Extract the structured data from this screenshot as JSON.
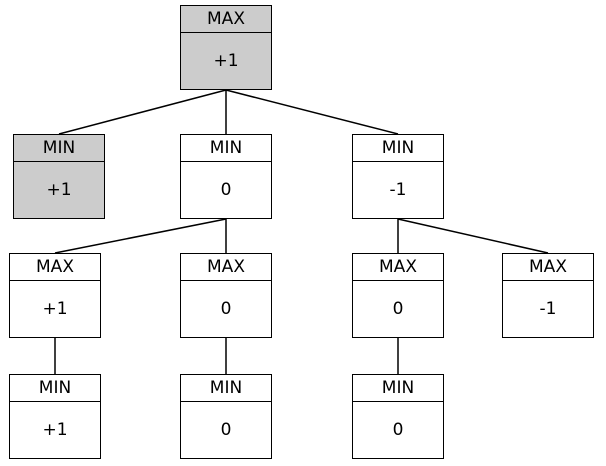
{
  "diagram": {
    "highlight_color": "#cccccc",
    "border_color": "#000000",
    "nodes": [
      {
        "id": "root",
        "label": "MAX",
        "value": "+1",
        "highlighted": true
      },
      {
        "id": "l1a",
        "label": "MIN",
        "value": "+1",
        "highlighted": true
      },
      {
        "id": "l1b",
        "label": "MIN",
        "value": "0",
        "highlighted": false
      },
      {
        "id": "l1c",
        "label": "MIN",
        "value": "-1",
        "highlighted": false
      },
      {
        "id": "l2a",
        "label": "MAX",
        "value": "+1",
        "highlighted": false
      },
      {
        "id": "l2b",
        "label": "MAX",
        "value": "0",
        "highlighted": false
      },
      {
        "id": "l2c",
        "label": "MAX",
        "value": "0",
        "highlighted": false
      },
      {
        "id": "l2d",
        "label": "MAX",
        "value": "-1",
        "highlighted": false
      },
      {
        "id": "l3a",
        "label": "MIN",
        "value": "+1",
        "highlighted": false
      },
      {
        "id": "l3b",
        "label": "MIN",
        "value": "0",
        "highlighted": false
      },
      {
        "id": "l3c",
        "label": "MIN",
        "value": "0",
        "highlighted": false
      }
    ],
    "edges": [
      [
        "root",
        "l1a"
      ],
      [
        "root",
        "l1b"
      ],
      [
        "root",
        "l1c"
      ],
      [
        "l1b",
        "l2a"
      ],
      [
        "l1b",
        "l2b"
      ],
      [
        "l1c",
        "l2c"
      ],
      [
        "l1c",
        "l2d"
      ],
      [
        "l2a",
        "l3a"
      ],
      [
        "l2b",
        "l3b"
      ],
      [
        "l2c",
        "l3c"
      ]
    ]
  }
}
